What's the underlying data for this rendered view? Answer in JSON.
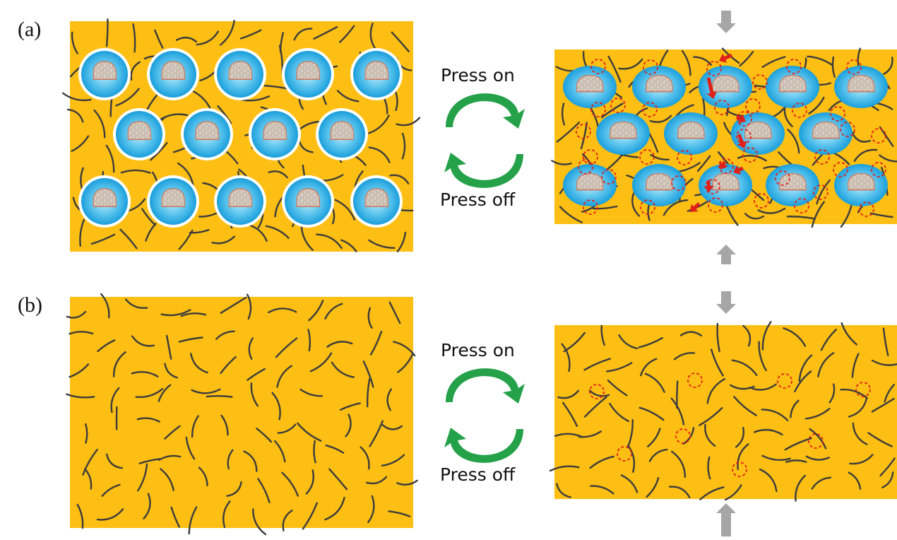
{
  "panels": {
    "a": {
      "label": "(a)",
      "press_on": "Press on",
      "press_off": "Press off",
      "circled_contacts": 38,
      "compressed_movement_arrows": 8
    },
    "b": {
      "label": "(b)",
      "press_on": "Press on",
      "press_off": "Press off",
      "circled_contacts": 8
    }
  },
  "colors": {
    "matrix": "#FDBF13",
    "fiber": "#3C3C3C",
    "sphere_center": "#C6EEFB",
    "sphere_edge": "#1A9FDC",
    "core": "#D8CDC3",
    "core_line": "#C87860",
    "cycle_arrow": "#25A149",
    "press_arrow": "#A6A6A6",
    "contact_circle": "#E0201B",
    "slide_arrow": "#E0201B"
  }
}
